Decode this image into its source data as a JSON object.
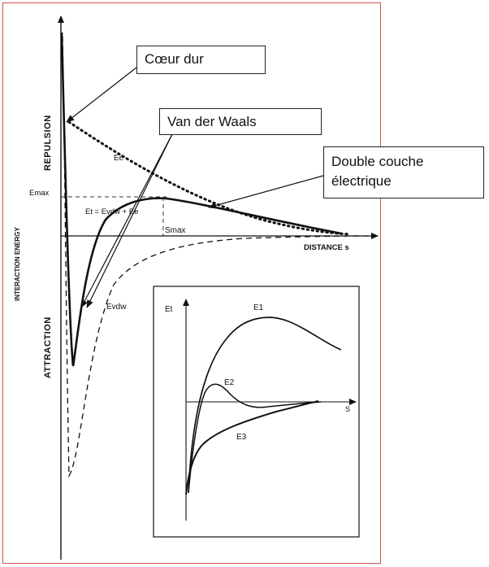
{
  "axes": {
    "y_label": "INTERACTION ENERGY",
    "repulsion_label": "REPULSION",
    "attraction_label": "ATTRACTION",
    "x_label": "DISTANCE s"
  },
  "curves": {
    "e_e": "Ee",
    "e_vdw": "Evdw",
    "e_max": "Emax",
    "s_max": "Smax",
    "e_t_formula": "Et = Evdw + Ee"
  },
  "callouts": {
    "hard_core": "Cœur dur",
    "van_der_waals": "Van der Waals",
    "double_layer_line1": "Double couche",
    "double_layer_line2": "électrique"
  },
  "inset": {
    "y_label": "Et",
    "x_label": "S",
    "curve1": "E1",
    "curve2": "E2",
    "curve3": "E3"
  },
  "colors": {
    "frame": "#d9534f",
    "ink": "#111111"
  }
}
